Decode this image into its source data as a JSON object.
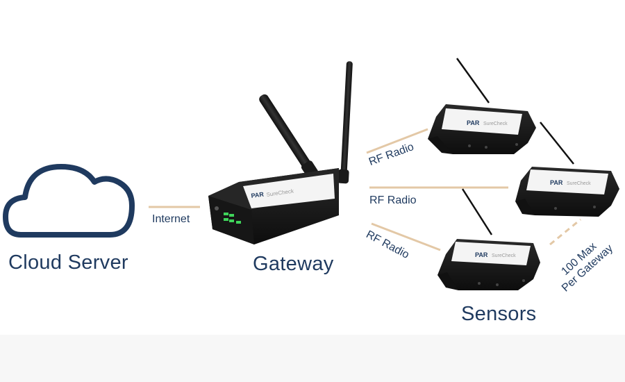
{
  "nodes": {
    "cloud": {
      "label": "Cloud Server",
      "icon": "cloud-icon"
    },
    "gateway": {
      "label": "Gateway",
      "icon": "gateway-device-icon",
      "brand": "PAR",
      "product": "SureCheck"
    },
    "sensors": {
      "label": "Sensors",
      "icon": "sensor-device-icon",
      "brand": "PAR",
      "product": "SureCheck"
    }
  },
  "links": {
    "internet": "Internet",
    "rf1": "RF Radio",
    "rf2": "RF Radio",
    "rf3": "RF Radio",
    "capacity_line1": "100 Max",
    "capacity_line2": "Per Gateway"
  },
  "colors": {
    "navy": "#1f3a5f",
    "connector": "#e3c8a6",
    "device_body": "#1b1b1b",
    "device_label": "#f4f4f4",
    "led": "#3fd35a"
  }
}
